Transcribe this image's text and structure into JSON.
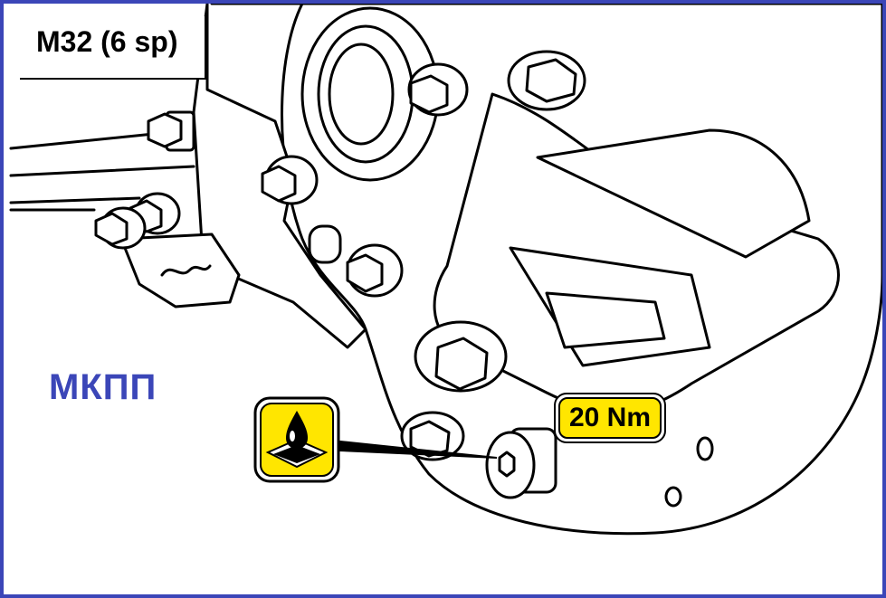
{
  "title": "M32 (6 sp)",
  "side_label": "МКПП",
  "torque": "20 Nm",
  "icons": {
    "oil_symbol": "oil-drop-icon"
  },
  "colors": {
    "frame": "#3b46b8",
    "label": "#3b46b8",
    "badge_fill": "#ffe600",
    "line": "#000000"
  }
}
